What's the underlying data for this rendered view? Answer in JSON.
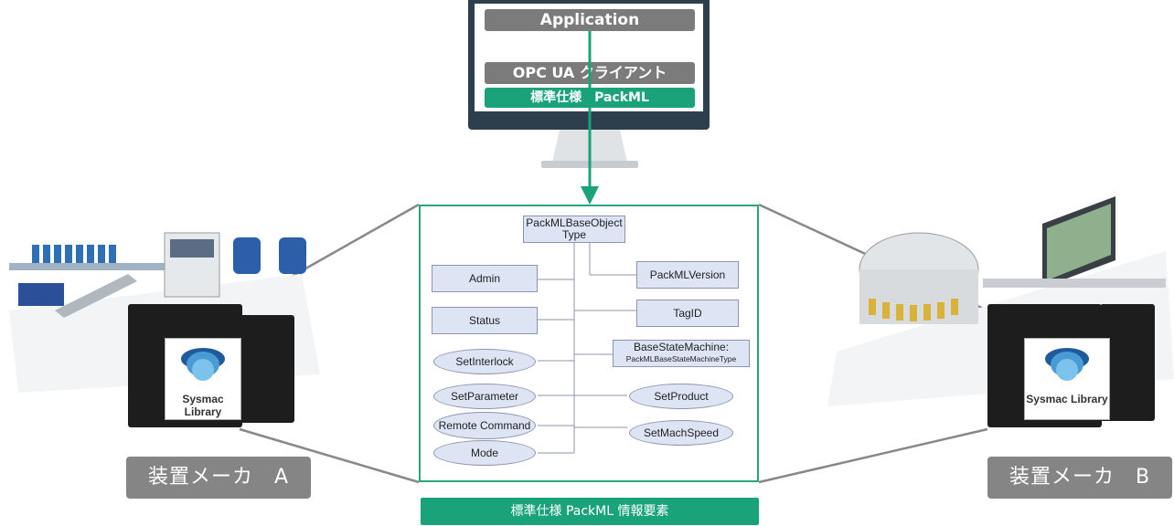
{
  "monitor": {
    "app_label": "Application",
    "client_label": "OPC UA クライアント",
    "standard_label": "標準仕様　PackML"
  },
  "diagram": {
    "root": "PackMLBaseObject Type",
    "nodes": {
      "admin": "Admin",
      "status": "Status",
      "set_interlock": "SetInterlock",
      "set_parameter": "SetParameter",
      "remote_command": "Remote Command",
      "mode": "Mode",
      "packml_version": "PackMLVersion",
      "tag_id": "TagID",
      "base_state_machine": "BaseStateMachine:",
      "base_state_machine_type": "PackMLBaseStateMachineType",
      "set_product": "SetProduct",
      "set_mach_speed": "SetMachSpeed"
    },
    "caption": "標準仕様 PackML 情報要素"
  },
  "makers": {
    "a": "装置メーカ　A",
    "b": "装置メーカ　B"
  },
  "library_label": "Sysmac Library",
  "colors": {
    "accent_green": "#1aa37a",
    "monitor_frame": "#2d3f4c",
    "node_fill": "#dde4f4",
    "maker_badge": "#858585"
  }
}
